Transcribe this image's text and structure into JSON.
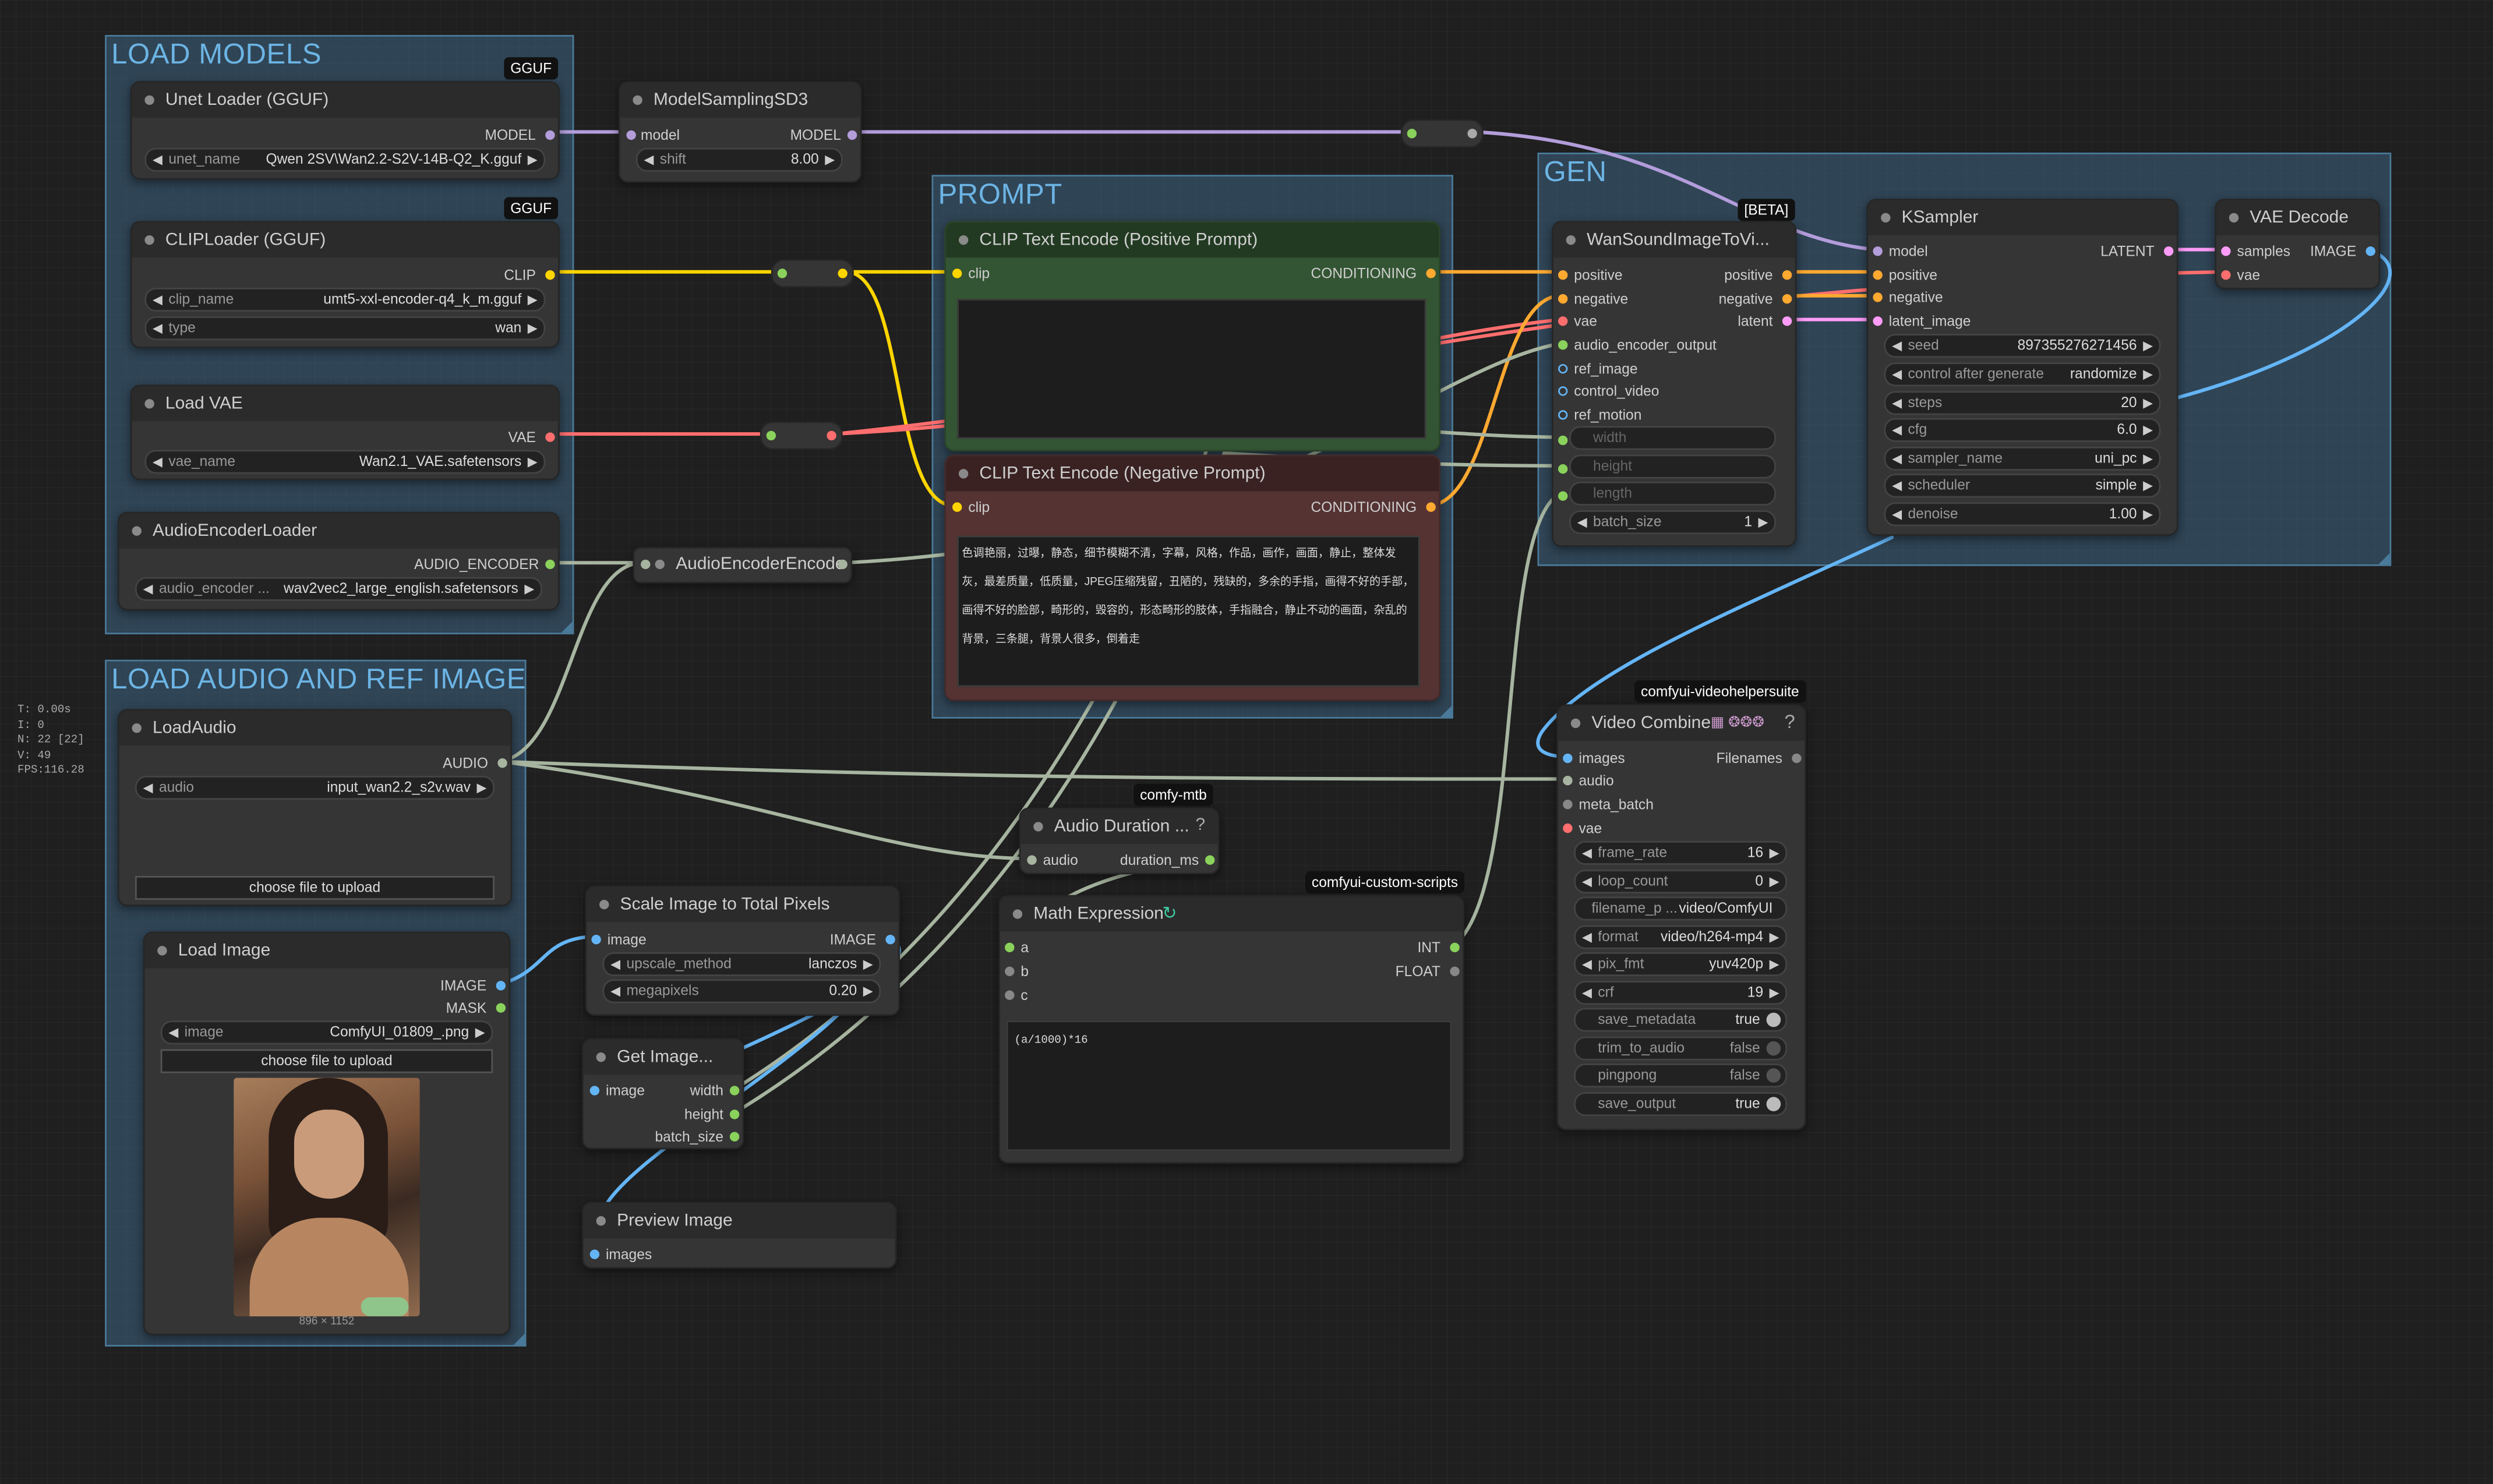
{
  "groups": {
    "load_models": "LOAD MODELS",
    "load_audio_ref": "LOAD AUDIO AND REF IMAGE",
    "prompt": "PROMPT",
    "gen": "GEN"
  },
  "badges": {
    "gguf": "GGUF",
    "beta": "[BETA]",
    "comfy_mtb": "comfy-mtb",
    "custom_scripts": "comfyui-custom-scripts",
    "vhs": "comfyui-videohelpersuite"
  },
  "stats": [
    "T: 0.00s",
    "I: 0",
    "N: 22 [22]",
    "V: 49",
    "FPS:116.28"
  ],
  "nodes": {
    "unet_loader": {
      "title": "Unet Loader (GGUF)",
      "out_model": "MODEL",
      "w_label": "unet_name",
      "w_value": "Qwen 2SV\\Wan2.2-S2V-14B-Q2_K.gguf"
    },
    "model_sampling": {
      "title": "ModelSamplingSD3",
      "in_model": "model",
      "out_model": "MODEL",
      "w_label": "shift",
      "w_value": "8.00"
    },
    "clip_loader": {
      "title": "CLIPLoader (GGUF)",
      "out_clip": "CLIP",
      "w1_label": "clip_name",
      "w1_value": "umt5-xxl-encoder-q4_k_m.gguf",
      "w2_label": "type",
      "w2_value": "wan"
    },
    "load_vae": {
      "title": "Load VAE",
      "out_vae": "VAE",
      "w_label": "vae_name",
      "w_value": "Wan2.1_VAE.safetensors"
    },
    "audio_encoder_loader": {
      "title": "AudioEncoderLoader",
      "out": "AUDIO_ENCODER",
      "w_label": "audio_encoder ...",
      "w_value": "wav2vec2_large_english.safetensors"
    },
    "audio_encoder_encode": {
      "title": "AudioEncoderEncode"
    },
    "clip_pos": {
      "title": "CLIP Text Encode (Positive Prompt)",
      "in_clip": "clip",
      "out": "CONDITIONING",
      "text": ""
    },
    "clip_neg": {
      "title": "CLIP Text Encode (Negative Prompt)",
      "in_clip": "clip",
      "out": "CONDITIONING",
      "text": "色调艳丽，过曝，静态，细节模糊不清，字幕，风格，作品，画作，画面，静止，整体发灰，最差质量，低质量，JPEG压缩残留，丑陋的，残缺的，多余的手指，画得不好的手部，画得不好的脸部，畸形的，毁容的，形态畸形的肢体，手指融合，静止不动的画面，杂乱的背景，三条腿，背景人很多，倒着走"
    },
    "wan_s2v": {
      "title": "WanSoundImageToVi...",
      "inputs": [
        "positive",
        "negative",
        "vae",
        "audio_encoder_output",
        "ref_image",
        "control_video",
        "ref_motion"
      ],
      "outputs": [
        "positive",
        "negative",
        "latent"
      ],
      "disabled": [
        "width",
        "height",
        "length"
      ],
      "w_label": "batch_size",
      "w_value": "1"
    },
    "ksampler": {
      "title": "KSampler",
      "inputs": [
        "model",
        "positive",
        "negative",
        "latent_image"
      ],
      "out": "LATENT",
      "widgets": [
        {
          "label": "seed",
          "value": "897355276271456"
        },
        {
          "label": "control after generate",
          "value": "randomize"
        },
        {
          "label": "steps",
          "value": "20"
        },
        {
          "label": "cfg",
          "value": "6.0"
        },
        {
          "label": "sampler_name",
          "value": "uni_pc"
        },
        {
          "label": "scheduler",
          "value": "simple"
        },
        {
          "label": "denoise",
          "value": "1.00"
        }
      ]
    },
    "vae_decode": {
      "title": "VAE Decode",
      "in1": "samples",
      "in2": "vae",
      "out": "IMAGE"
    },
    "load_audio": {
      "title": "LoadAudio",
      "out": "AUDIO",
      "w_label": "audio",
      "w_value": "input_wan2.2_s2v.wav",
      "upload": "choose file to upload"
    },
    "load_image": {
      "title": "Load Image",
      "out1": "IMAGE",
      "out2": "MASK",
      "w_label": "image",
      "w_value": "ComfyUI_01809_.png",
      "upload": "choose file to upload",
      "caption": "896 × 1152"
    },
    "scale_image": {
      "title": "Scale Image to Total Pixels",
      "in": "image",
      "out": "IMAGE",
      "w1_label": "upscale_method",
      "w1_value": "lanczos",
      "w2_label": "megapixels",
      "w2_value": "0.20"
    },
    "get_image": {
      "title": "Get Image...",
      "in": "image",
      "outs": [
        "width",
        "height",
        "batch_size"
      ]
    },
    "preview_image": {
      "title": "Preview Image",
      "in": "images"
    },
    "audio_duration": {
      "title": "Audio Duration ...",
      "help": "?",
      "in": "audio",
      "out": "duration_ms"
    },
    "math_expression": {
      "title": "Math Expression",
      "inputs": [
        "a",
        "b",
        "c"
      ],
      "outputs": [
        "INT",
        "FLOAT"
      ],
      "expr": "(a/1000)*16"
    },
    "video_combine": {
      "title": "Video Combine",
      "help": "?",
      "inputs": [
        "images",
        "audio",
        "meta_batch",
        "vae"
      ],
      "out": "Filenames",
      "widgets": [
        {
          "label": "frame_rate",
          "value": "16"
        },
        {
          "label": "loop_count",
          "value": "0"
        },
        {
          "label": "filename_p ...",
          "value": "video/ComfyUI"
        },
        {
          "label": "format",
          "value": "video/h264-mp4"
        },
        {
          "label": "pix_fmt",
          "value": "yuv420p"
        },
        {
          "label": "crf",
          "value": "19"
        }
      ],
      "toggles": [
        {
          "label": "save_metadata",
          "value": "true"
        },
        {
          "label": "trim_to_audio",
          "value": "false"
        },
        {
          "label": "pingpong",
          "value": "false"
        },
        {
          "label": "save_output",
          "value": "true"
        }
      ]
    }
  },
  "colors": {
    "model": "#b39ddb",
    "clip": "#ffd500",
    "vae": "#ff6e6e",
    "conditioning": "#ffa931",
    "latent": "#ff9cf9",
    "image": "#64b5f6",
    "audio": "#a7b5a0",
    "int": "#8ad25c"
  }
}
